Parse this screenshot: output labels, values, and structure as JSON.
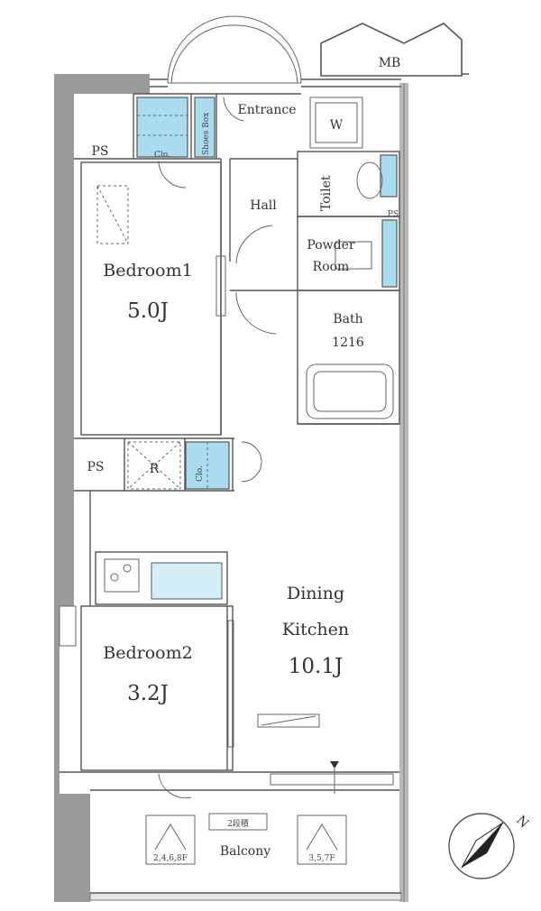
{
  "labels": {
    "mb": "MB",
    "entrance": "Entrance",
    "shoes_box": "Shoes Box",
    "closet": "Clo.",
    "washer": "W",
    "ps": "PS",
    "hall": "Hall",
    "toilet": "Toilet",
    "powder_room_1": "Powder",
    "powder_room_2": "Room",
    "bath": "Bath",
    "bath_size": "1216",
    "bedroom1": "Bedroom1",
    "bedroom1_size": "5.0J",
    "refrigerator": "R",
    "dining_1": "Dining",
    "dining_2": "Kitchen",
    "dining_size": "10.1J",
    "bedroom2": "Bedroom2",
    "bedroom2_size": "3.2J",
    "balcony": "Balcony",
    "two_step": "2段積",
    "floors_left": "2,4,6,8F",
    "floors_right": "3,5,7F",
    "north": "N"
  },
  "colors": {
    "wall": "#9a9a9a",
    "fixture_blue": "#a9dcef",
    "line": "#555555"
  }
}
